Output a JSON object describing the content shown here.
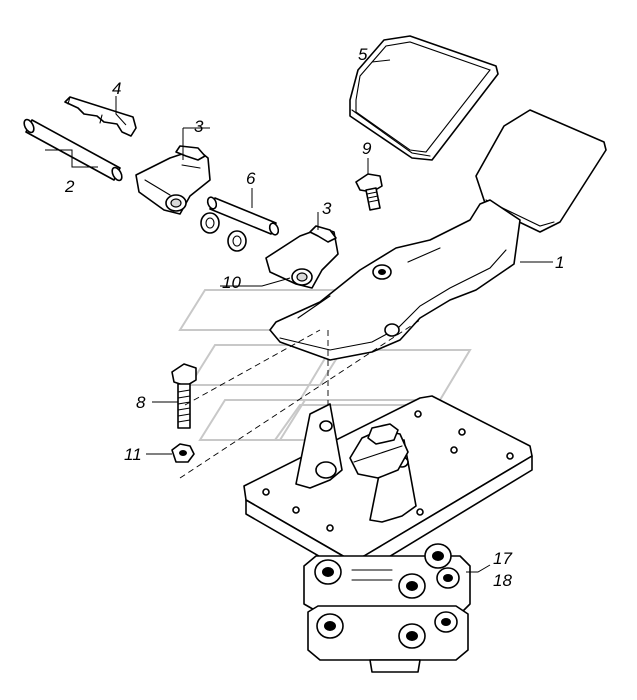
{
  "diagram": {
    "callouts": [
      {
        "id": "c1",
        "label": "1"
      },
      {
        "id": "c2",
        "label": "2"
      },
      {
        "id": "c3a",
        "label": "3"
      },
      {
        "id": "c3b",
        "label": "3"
      },
      {
        "id": "c4",
        "label": "4"
      },
      {
        "id": "c5",
        "label": "5"
      },
      {
        "id": "c6",
        "label": "6"
      },
      {
        "id": "c8",
        "label": "8"
      },
      {
        "id": "c9",
        "label": "9"
      },
      {
        "id": "c10",
        "label": "10"
      },
      {
        "id": "c11",
        "label": "11"
      },
      {
        "id": "c17",
        "label": "17"
      },
      {
        "id": "c18",
        "label": "18"
      }
    ]
  }
}
